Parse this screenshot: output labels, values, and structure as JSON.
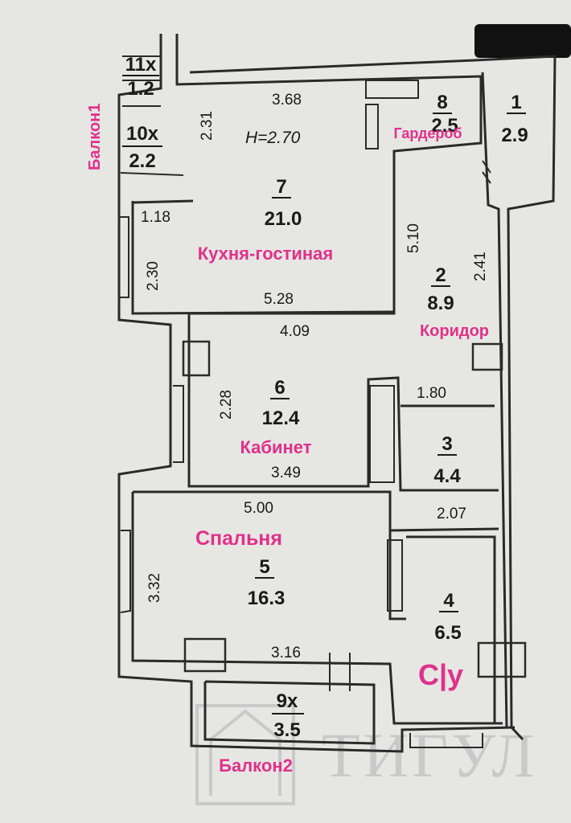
{
  "height_label": "H=2.70",
  "rooms": [
    {
      "key": "r1",
      "number": "1",
      "area": "2.9"
    },
    {
      "key": "r2",
      "number": "2",
      "area": "8.9",
      "name": "Коридор"
    },
    {
      "key": "r3",
      "number": "3",
      "area": "4.4"
    },
    {
      "key": "r4",
      "number": "4",
      "area": "6.5",
      "name": "С|у"
    },
    {
      "key": "r5",
      "number": "5",
      "area": "16.3",
      "name": "Спальня"
    },
    {
      "key": "r6",
      "number": "6",
      "area": "12.4",
      "name": "Кабинет"
    },
    {
      "key": "r7",
      "number": "7",
      "area": "21.0",
      "name": "Кухня-гостиная"
    },
    {
      "key": "r8",
      "number": "8",
      "area": "2.5",
      "name": "Гардероб"
    },
    {
      "key": "r9",
      "number": "9х",
      "area": "3.5",
      "name": "Балкон2"
    },
    {
      "key": "r10",
      "number": "10х",
      "area": "2.2"
    },
    {
      "key": "r11",
      "number": "11х",
      "area": "1.2"
    }
  ],
  "balcony1_label": "Балкон1",
  "dimensions": [
    "3.68",
    "2.31",
    "1.18",
    "2.30",
    "5.28",
    "5.10",
    "2.41",
    "4.09",
    "2.28",
    "3.49",
    "1.80",
    "2.07",
    "5.00",
    "3.32",
    "3.16"
  ],
  "watermark": "ТИГУЛ"
}
